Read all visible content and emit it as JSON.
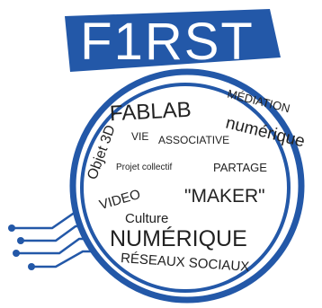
{
  "logo": {
    "title": "F1RST",
    "brand_color": "#2358a8",
    "words": {
      "fablab": "FABLAB",
      "mediation": "MÉDIATION",
      "numerique_small": "numérique",
      "objet3d": "Objet 3D",
      "vie": "VIE",
      "associative": "ASSOCIATIVE",
      "projet": "Projet collectif",
      "partage": "PARTAGE",
      "video": "VIDEO",
      "maker": "\"MAKER\"",
      "culture": "Culture",
      "numerique_big": "NUMÉRIQUE",
      "reseaux": "RÉSEAUX SOCIAUX"
    }
  }
}
